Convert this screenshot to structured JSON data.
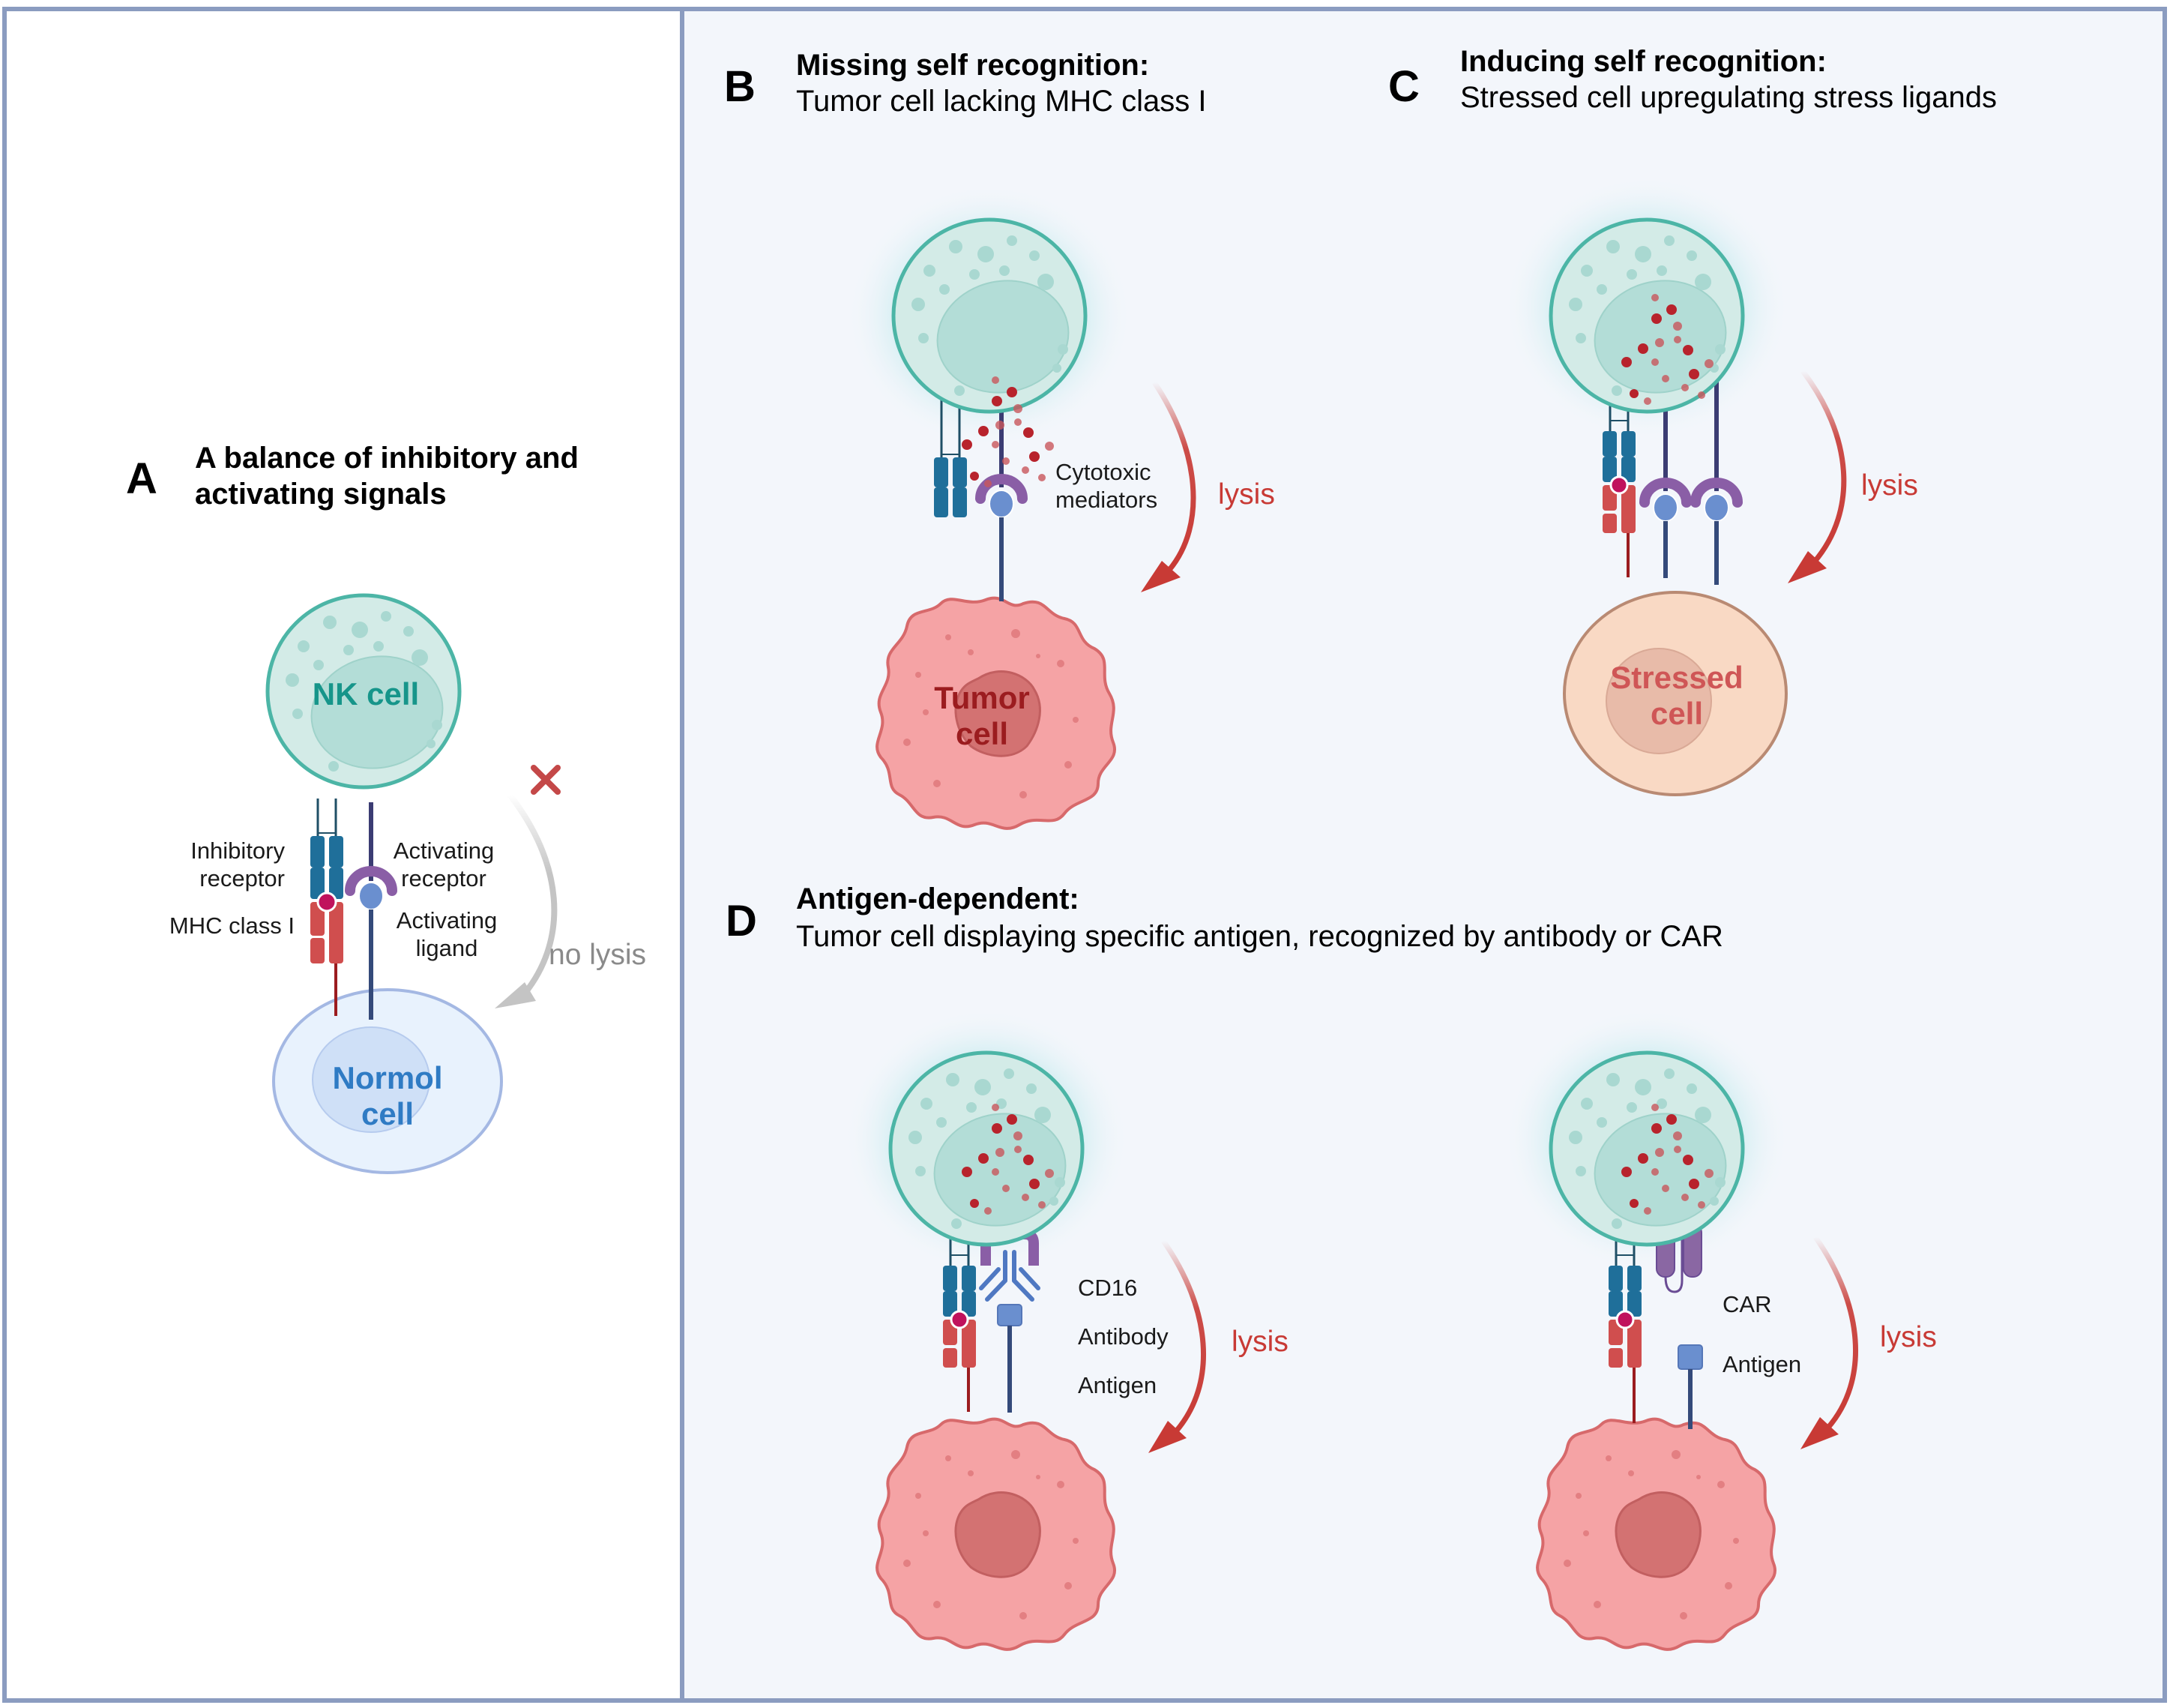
{
  "colors": {
    "border": "#8b9cc0",
    "right_panel_bg": "#f3f6fb",
    "left_panel_bg": "#ffffff",
    "nk_fill": "#d3ebe7",
    "nk_stroke": "#4cb5a6",
    "nk_nucleus": "#b3ddd7",
    "inhibitory_receptor": "#1f6f9a",
    "mhc": "#d04e4e",
    "activating_receptor": "#8a5ea6",
    "activating_ligand": "#6a8fcf",
    "tumor_fill": "#f5a3a5",
    "tumor_nucleus": "#d37272",
    "stressed_fill": "#f9d9c4",
    "normal_fill": "#e8f2fd",
    "lysis_arrow": "#c83a35",
    "nolysis_arrow": "#c4c4c4"
  },
  "panel_a": {
    "letter": "A",
    "title_line1": "A balance of inhibitory and",
    "title_line2": "activating signals",
    "nk_label": "NK cell",
    "target_label_line1": "Normol",
    "target_label_line2": "cell",
    "inhibitory_receptor_line1": "Inhibitory",
    "inhibitory_receptor_line2": "receptor",
    "mhc_label": "MHC class I",
    "activating_receptor_line1": "Activating",
    "activating_receptor_line2": "receptor",
    "activating_ligand_line1": "Activating",
    "activating_ligand_line2": "ligand",
    "outcome": "no lysis",
    "outcome_icon": "x-mark"
  },
  "panel_b": {
    "letter": "B",
    "title_bold": "Missing self recognition:",
    "subtitle": "Tumor cell lacking MHC class I",
    "mediators_line1": "Cytotoxic",
    "mediators_line2": "mediators",
    "target_label_line1": "Tumor",
    "target_label_line2": "cell",
    "outcome": "lysis"
  },
  "panel_c": {
    "letter": "C",
    "title_bold": "Inducing self recognition:",
    "subtitle": "Stressed cell upregulating stress ligands",
    "target_label_line1": "Stressed",
    "target_label_line2": "cell",
    "outcome": "lysis"
  },
  "panel_d": {
    "letter": "D",
    "title_bold": "Antigen-dependent:",
    "subtitle": "Tumor cell displaying specific antigen, recognized by antibody or CAR",
    "antibody_scenario": {
      "receptor_label": "CD16",
      "antibody_label": "Antibody",
      "antigen_label": "Antigen",
      "outcome": "lysis"
    },
    "car_scenario": {
      "receptor_label": "CAR",
      "antigen_label": "Antigen",
      "outcome": "lysis"
    }
  }
}
